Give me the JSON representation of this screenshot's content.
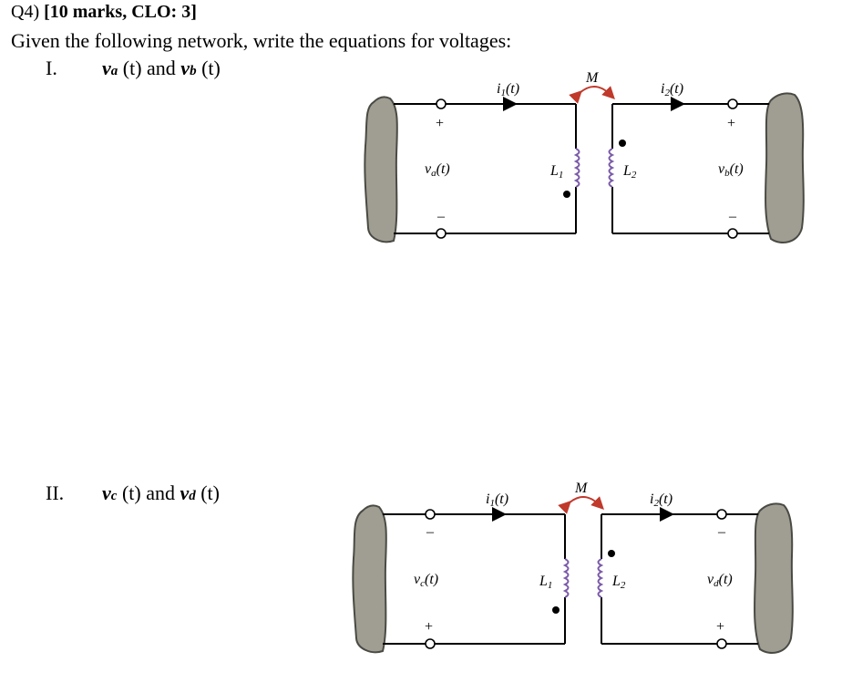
{
  "question": {
    "number": "Q4)",
    "marks": "[10 marks, CLO: 3]",
    "prompt": "Given the following network, write the equations for voltages:"
  },
  "part1": {
    "numeral": "I.",
    "var1": "v",
    "var1_sub": "a",
    "mid": " (t) and ",
    "var2": "v",
    "var2_sub": "b",
    "tail": " (t)"
  },
  "part2": {
    "numeral": "II.",
    "var1": "v",
    "var1_sub": "c",
    "mid": " (t) and ",
    "var2": "v",
    "var2_sub": "d",
    "tail": " (t)"
  },
  "circuit1": {
    "i1": "i",
    "i1_sub": "1",
    "i1_tail": "(t)",
    "i2": "i",
    "i2_sub": "2",
    "i2_tail": "(t)",
    "m": "M",
    "l1": "L",
    "l1_sub": "1",
    "l2": "L",
    "l2_sub": "2",
    "vleft": "v",
    "vleft_sub": "a",
    "vleft_tail": "(t)",
    "vright": "v",
    "vright_sub": "b",
    "vright_tail": "(t)",
    "left_top": "+",
    "left_bot": "–",
    "right_top": "+",
    "right_bot": "–"
  },
  "circuit2": {
    "i1": "i",
    "i1_sub": "1",
    "i1_tail": "(t)",
    "i2": "i",
    "i2_sub": "2",
    "i2_tail": "(t)",
    "m": "M",
    "l1": "L",
    "l1_sub": "1",
    "l2": "L",
    "l2_sub": "2",
    "vleft": "v",
    "vleft_sub": "c",
    "vleft_tail": "(t)",
    "vright": "v",
    "vright_sub": "d",
    "vright_tail": "(t)",
    "left_top": "–",
    "left_bot": "+",
    "right_top": "–",
    "right_bot": "+"
  },
  "colors": {
    "source": "#a09e92",
    "source_edge": "#4a4a44",
    "inductor": "#7a5aa8",
    "arrow": "#c0392b"
  }
}
